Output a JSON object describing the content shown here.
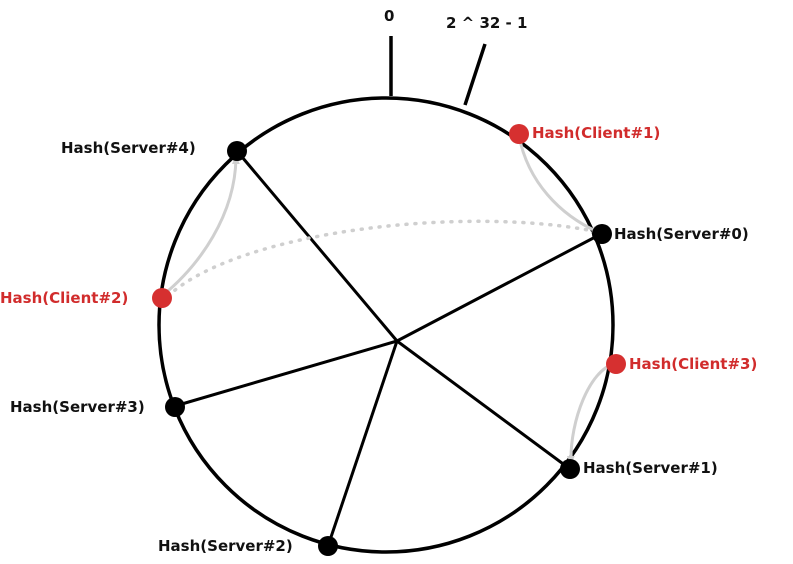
{
  "labels": {
    "zero": "0",
    "max": "2 ^ 32 - 1",
    "server0": "Hash(Server#0)",
    "server1": "Hash(Server#1)",
    "server2": "Hash(Server#2)",
    "server3": "Hash(Server#3)",
    "server4": "Hash(Server#4)",
    "client1": "Hash(Client#1)",
    "client2": "Hash(Client#2)",
    "client3": "Hash(Client#3)"
  },
  "colors": {
    "server": "#000000",
    "client": "#d63030",
    "client_text": "#d12c2c",
    "assignment": "#cfcfcf"
  }
}
